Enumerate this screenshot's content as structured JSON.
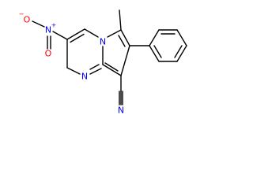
{
  "molecule": {
    "atoms": {
      "nitro_o_minus": "O",
      "nitro_o_minus_charge": "−",
      "nitro_n": "N",
      "nitro_n_charge": "+",
      "nitro_o_double": "O",
      "ring_n_bridge": "N",
      "ring_n_pyrimidine": "N",
      "nitrile_n": "N"
    },
    "colors": {
      "bond": "#000000",
      "oxygen": "#ff0000",
      "nitrogen": "#0000ff",
      "background": "#ffffff"
    }
  }
}
